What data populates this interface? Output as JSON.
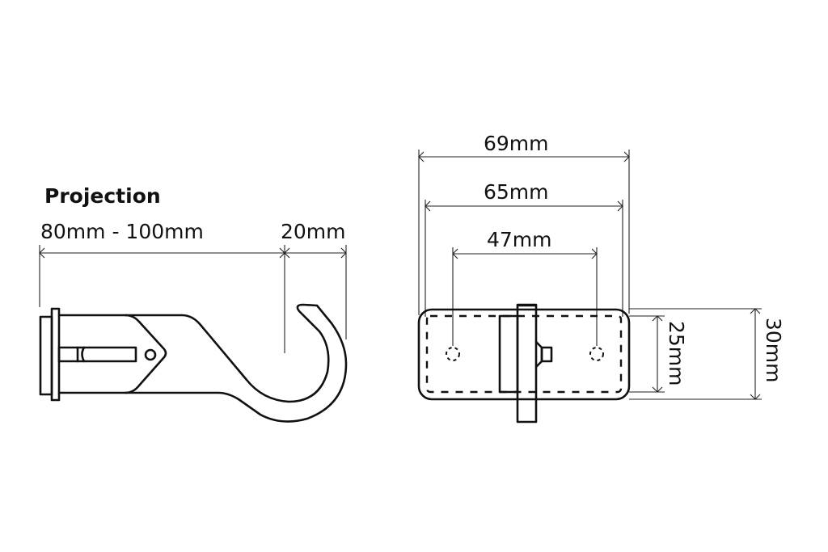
{
  "side_view": {
    "title": "Projection",
    "projection_label": "80mm - 100mm",
    "hook_label": "20mm"
  },
  "front_view": {
    "width_outer_label": "69mm",
    "width_inner_label": "65mm",
    "hole_spacing_label": "47mm",
    "height_inner_label": "25mm",
    "height_outer_label": "30mm"
  },
  "colors": {
    "line": "#111111",
    "background": "#ffffff"
  }
}
